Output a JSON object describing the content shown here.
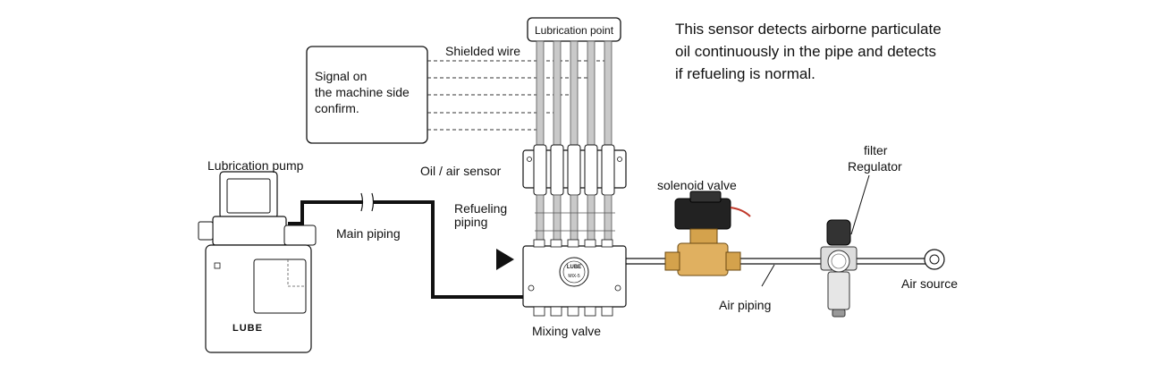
{
  "description": "This sensor detects airborne particulate oil continuously in the pipe and detects if refueling is normal.",
  "labels": {
    "lubrication_point": "Lubrication point",
    "shielded_wire": "Shielded wire",
    "signal_line1": "Signal on",
    "signal_line2": "the machine side",
    "signal_line3": "confirm.",
    "oil_air_sensor": "Oil / air sensor",
    "refueling_line1": "Refueling",
    "refueling_line2": "piping",
    "lubrication_pump": "Lubrication pump",
    "main_piping": "Main piping",
    "mixing_valve": "Mixing valve",
    "solenoid_valve": "solenoid valve",
    "filter_line1": "filter",
    "filter_line2": "Regulator",
    "air_piping": "Air piping",
    "air_source": "Air source"
  },
  "product_marks": {
    "pump_brand": "LUBE",
    "valve_brand": "LUBE",
    "valve_model": "MIX-5"
  }
}
